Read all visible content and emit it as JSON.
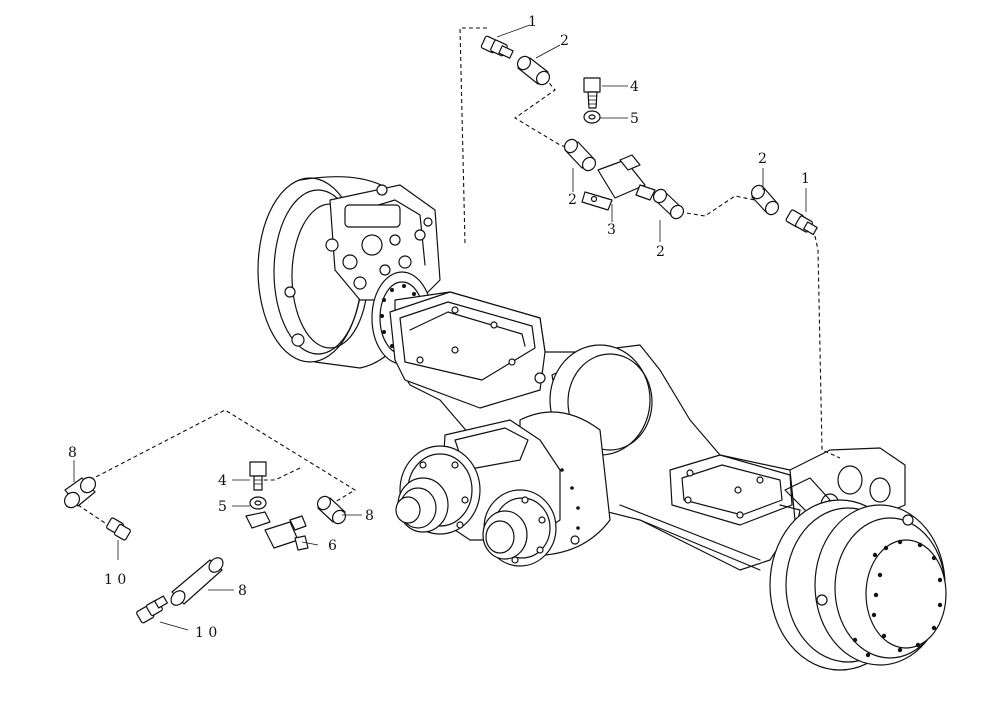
{
  "callouts": [
    {
      "id": "c1a",
      "label": "1"
    },
    {
      "id": "c2a",
      "label": "2"
    },
    {
      "id": "c4a",
      "label": "4"
    },
    {
      "id": "c5a",
      "label": "5"
    },
    {
      "id": "c2b",
      "label": "2"
    },
    {
      "id": "c3",
      "label": "3"
    },
    {
      "id": "c2c",
      "label": "2"
    },
    {
      "id": "c2d",
      "label": "2"
    },
    {
      "id": "c1b",
      "label": "1"
    },
    {
      "id": "c8a",
      "label": "8"
    },
    {
      "id": "c4b",
      "label": "4"
    },
    {
      "id": "c5b",
      "label": "5"
    },
    {
      "id": "c8b",
      "label": "8"
    },
    {
      "id": "c6",
      "label": "6"
    },
    {
      "id": "c10a",
      "label": "1 0"
    },
    {
      "id": "c8c",
      "label": "8"
    },
    {
      "id": "c10b",
      "label": "1 0"
    }
  ]
}
